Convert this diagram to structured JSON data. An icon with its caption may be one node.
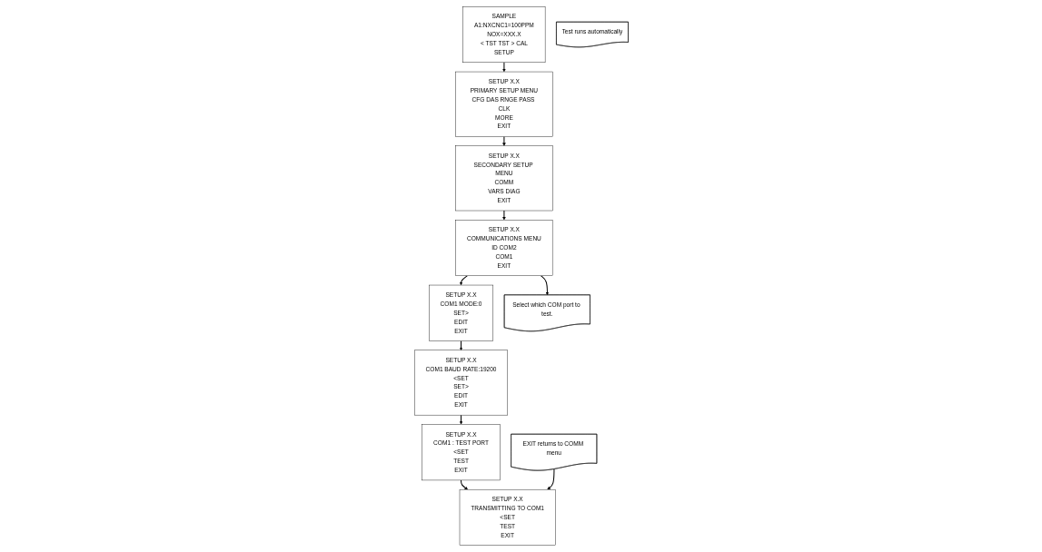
{
  "diagram": {
    "nodes": [
      {
        "text": [
          "SAMPLE",
          "A1:NXCNC1=100PPM",
          "NOX=XXX.X",
          "< TST TST > CAL",
          "SETUP"
        ]
      },
      {
        "text": [
          "SETUP X.X",
          "PRIMARY SETUP MENU",
          "CFG DAS RNGE PASS CLK",
          "MORE",
          "EXIT"
        ]
      },
      {
        "text": [
          "SETUP X.X",
          "SECONDARY SETUP MENU",
          "COMM",
          "VARS DIAG",
          "EXIT"
        ]
      },
      {
        "text": [
          "SETUP X.X",
          "COMMUNICATIONS MENU",
          "ID COM2",
          "COM1",
          "EXIT"
        ]
      },
      {
        "text": [
          "SETUP X.X",
          "COM1 MODE:0",
          "SET>",
          "EDIT",
          "EXIT"
        ]
      },
      {
        "text": [
          "SETUP X.X",
          "COM1 BAUD RATE:19200",
          "<SET",
          "SET>",
          "EDIT",
          "EXIT"
        ]
      },
      {
        "text": [
          "SETUP X.X",
          "COM1 : TEST PORT",
          "<SET",
          "TEST",
          "EXIT"
        ]
      },
      {
        "text": [
          "SETUP X.X",
          "TRANSMITTING TO COM1",
          "<SET",
          "TEST",
          "EXIT"
        ]
      },
      {
        "text": [
          "Select which COM port to test."
        ]
      },
      {
        "text": [
          "Test runs automatically"
        ]
      },
      {
        "text": [
          "EXIT returns to COMM menu"
        ]
      }
    ],
    "edges": [
      {
        "from": 0,
        "to": 1,
        "arrow": "to"
      },
      {
        "from": 1,
        "to": 2,
        "arrow": "to"
      },
      {
        "from": 2,
        "to": 3,
        "arrow": "to"
      },
      {
        "from": 3,
        "to": 4,
        "arrow": "to"
      },
      {
        "from": 4,
        "to": 5,
        "arrow": "to"
      },
      {
        "from": 5,
        "to": 6,
        "arrow": "to"
      },
      {
        "from": 6,
        "to": 7,
        "arrow": "to"
      },
      {
        "from": 3,
        "to": 8,
        "arrow": "to"
      },
      {
        "from": 10,
        "to": 7,
        "arrow": "to"
      }
    ]
  }
}
